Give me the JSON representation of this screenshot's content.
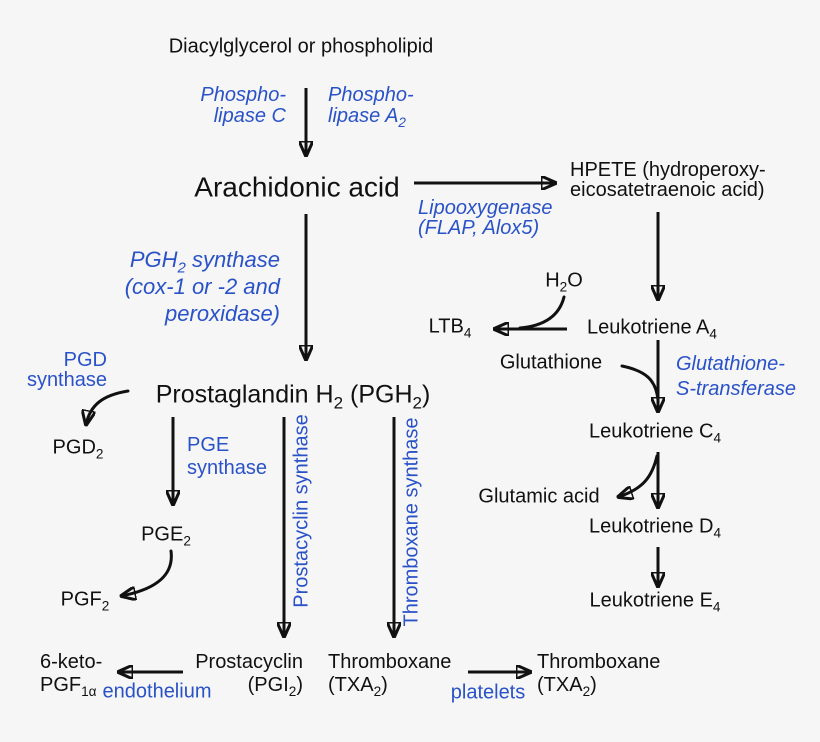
{
  "palette": {
    "bg": "#f6f6f6",
    "ink": "#111111",
    "blue": "#2a52c8"
  },
  "nodes": {
    "precursor": {
      "text": "Diacylglycerol or phospholipid"
    },
    "arachidonic_acid": {
      "text": "Arachidonic acid"
    },
    "hpete": {
      "line1": "HPETE (hydroperoxy-",
      "line2": "eicosatetraenoic acid)"
    },
    "h2o": {
      "segs": [
        {
          "t": "H"
        },
        {
          "s": "2"
        },
        {
          "t": "O"
        }
      ]
    },
    "ltb4": {
      "segs": [
        {
          "t": "LTB"
        },
        {
          "s": "4"
        }
      ]
    },
    "leukotriene_a4": {
      "segs": [
        {
          "t": "Leukotriene A"
        },
        {
          "s": "4"
        }
      ]
    },
    "glutathione": {
      "text": "Glutathione"
    },
    "leukotriene_c4": {
      "segs": [
        {
          "t": "Leukotriene C"
        },
        {
          "s": "4"
        }
      ]
    },
    "glutamic_acid": {
      "text": "Glutamic acid"
    },
    "leukotriene_d4": {
      "segs": [
        {
          "t": "Leukotriene D"
        },
        {
          "s": "4"
        }
      ]
    },
    "leukotriene_e4": {
      "segs": [
        {
          "t": "Leukotriene E"
        },
        {
          "s": "4"
        }
      ]
    },
    "prostaglandin_h2": {
      "segs": [
        {
          "t": "Prostaglandin H"
        },
        {
          "s": "2"
        },
        {
          "t": " (PGH"
        },
        {
          "s": "2"
        },
        {
          "t": ")"
        }
      ]
    },
    "pgd2": {
      "segs": [
        {
          "t": "PGD"
        },
        {
          "s": "2"
        }
      ]
    },
    "pge2": {
      "segs": [
        {
          "t": "PGE"
        },
        {
          "s": "2"
        }
      ]
    },
    "pgf2": {
      "segs": [
        {
          "t": "PGF"
        },
        {
          "s": "2"
        }
      ]
    },
    "six_keto_pgf1a": {
      "line1": "6-keto-",
      "line2_segs": [
        {
          "t": "PGF"
        },
        {
          "s": "1α"
        }
      ]
    },
    "prostacyclin": {
      "line1": "Prostacyclin",
      "line2_segs": [
        {
          "t": "(PGI"
        },
        {
          "s": "2"
        },
        {
          "t": ")"
        }
      ]
    },
    "thromboxane_left": {
      "line1": "Thromboxane",
      "line2_segs": [
        {
          "t": "(TXA"
        },
        {
          "s": "2"
        },
        {
          "t": ")"
        }
      ]
    },
    "thromboxane_right": {
      "line1": "Thromboxane",
      "line2_segs": [
        {
          "t": "(TXA"
        },
        {
          "s": "2"
        },
        {
          "t": ")"
        }
      ]
    }
  },
  "enzymes": {
    "phospholipase_c": {
      "line1": "Phospho-",
      "line2": "lipase C"
    },
    "phospholipase_a2": {
      "line1": "Phospho-",
      "line2_segs": [
        {
          "t": "lipase A"
        },
        {
          "s": "2"
        }
      ]
    },
    "lipoxygenase": {
      "line1": "Lipooxygenase",
      "line2": "(FLAP, Alox5)"
    },
    "pgh2_synthase": {
      "line1_segs": [
        {
          "t": "PGH"
        },
        {
          "s": "2"
        },
        {
          "t": " synthase"
        }
      ],
      "line2": "(cox-1 or -2 and",
      "line3": "peroxidase)"
    },
    "glutathione_s_transferase": {
      "line1": "Glutathione-",
      "line2": "S-transferase"
    },
    "pgd_synthase": {
      "line1": "PGD",
      "line2": "synthase"
    },
    "pge_synthase": {
      "line1": "PGE",
      "line2": "synthase"
    },
    "prostacyclin_synthase": {
      "text": "Prostacyclin synthase"
    },
    "thromboxane_synthase": {
      "text": "Thromboxane synthase"
    },
    "endothelium": {
      "text": "endothelium"
    },
    "platelets": {
      "text": "platelets"
    }
  }
}
